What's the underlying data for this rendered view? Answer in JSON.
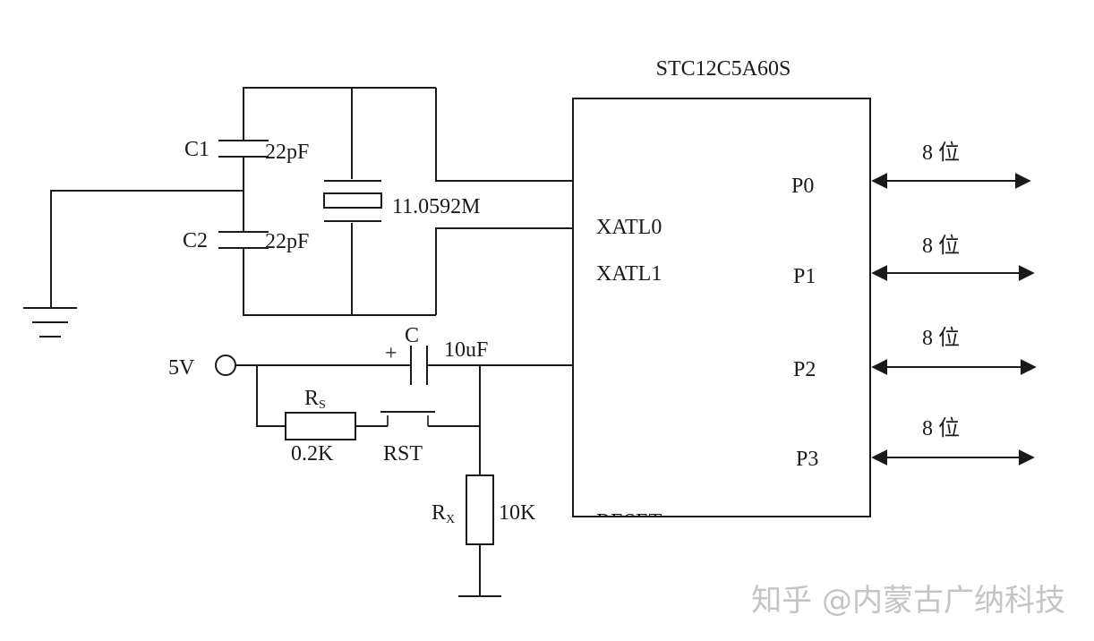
{
  "chip": {
    "name": "STC12C5A60S",
    "pins_left": [
      "XATL0",
      "XATL1"
    ],
    "reset_pin": "RESET",
    "ports": [
      "P0",
      "P1",
      "P2",
      "P3"
    ],
    "port_width_label": "8 位"
  },
  "oscillator": {
    "c1_name": "C1",
    "c1_value": "22pF",
    "c2_name": "C2",
    "c2_value": "22pF",
    "crystal_value": "11.0592M"
  },
  "reset_circuit": {
    "supply_label": "5V",
    "cap_name": "C",
    "cap_value": "10uF",
    "cap_polarity": "+",
    "rs_letter": "R",
    "rs_sub": "S",
    "rs_value": "0.2K",
    "switch_label": "RST",
    "rx_letter": "R",
    "rx_sub": "X",
    "rx_value": "10K"
  },
  "watermark": "知乎 @内蒙古广纳科技"
}
